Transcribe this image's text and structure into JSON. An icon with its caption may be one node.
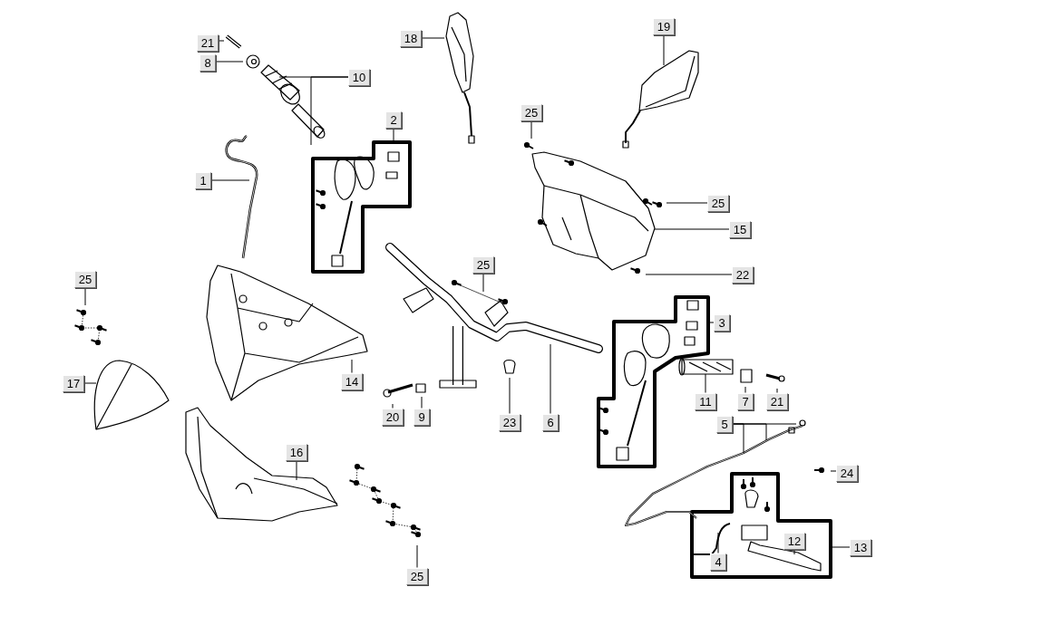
{
  "diagram": {
    "nodes": [
      {
        "text": [
          "21"
        ]
      },
      {
        "text": [
          "18"
        ]
      },
      {
        "text": [
          "19"
        ]
      },
      {
        "text": [
          "8"
        ]
      },
      {
        "text": [
          "10"
        ]
      },
      {
        "text": [
          "2"
        ]
      },
      {
        "text": [
          "25"
        ]
      },
      {
        "text": [
          "1"
        ]
      },
      {
        "text": [
          "25"
        ]
      },
      {
        "text": [
          "15"
        ]
      },
      {
        "text": [
          "22"
        ]
      },
      {
        "text": [
          "25"
        ]
      },
      {
        "text": [
          "25"
        ]
      },
      {
        "text": [
          "3"
        ]
      },
      {
        "text": [
          "17"
        ]
      },
      {
        "text": [
          "14"
        ]
      },
      {
        "text": [
          "20"
        ]
      },
      {
        "text": [
          "9"
        ]
      },
      {
        "text": [
          "23"
        ]
      },
      {
        "text": [
          "6"
        ]
      },
      {
        "text": [
          "11"
        ]
      },
      {
        "text": [
          "7"
        ]
      },
      {
        "text": [
          "21"
        ]
      },
      {
        "text": [
          "5"
        ]
      },
      {
        "text": [
          "16"
        ]
      },
      {
        "text": [
          "24"
        ]
      },
      {
        "text": [
          "4"
        ]
      },
      {
        "text": [
          "12"
        ]
      },
      {
        "text": [
          "13"
        ]
      },
      {
        "text": [
          "25"
        ]
      }
    ],
    "edges": [
      {
        "from": 0,
        "to": null,
        "arrow": "none"
      },
      {
        "from": 1,
        "to": null,
        "arrow": "none"
      },
      {
        "from": 2,
        "to": null,
        "arrow": "none"
      },
      {
        "from": 3,
        "to": null,
        "arrow": "none"
      },
      {
        "from": 4,
        "to": null,
        "arrow": "none"
      },
      {
        "from": 4,
        "to": null,
        "arrow": "none"
      },
      {
        "from": 5,
        "to": null,
        "arrow": "none"
      },
      {
        "from": 6,
        "to": null,
        "arrow": "none"
      },
      {
        "from": 7,
        "to": null,
        "arrow": "none"
      },
      {
        "from": 8,
        "to": null,
        "arrow": "none"
      },
      {
        "from": 9,
        "to": null,
        "arrow": "none"
      },
      {
        "from": 10,
        "to": null,
        "arrow": "none"
      },
      {
        "from": 11,
        "to": null,
        "arrow": "none"
      },
      {
        "from": 12,
        "to": null,
        "arrow": "none"
      },
      {
        "from": 13,
        "to": null,
        "arrow": "none"
      },
      {
        "from": 14,
        "to": null,
        "arrow": "none"
      },
      {
        "from": 15,
        "to": null,
        "arrow": "none"
      },
      {
        "from": 16,
        "to": null,
        "arrow": "none"
      },
      {
        "from": 17,
        "to": null,
        "arrow": "none"
      },
      {
        "from": 18,
        "to": null,
        "arrow": "none"
      },
      {
        "from": 19,
        "to": null,
        "arrow": "none"
      },
      {
        "from": 20,
        "to": null,
        "arrow": "none"
      },
      {
        "from": 21,
        "to": null,
        "arrow": "none"
      },
      {
        "from": 22,
        "to": null,
        "arrow": "none"
      },
      {
        "from": 23,
        "to": null,
        "arrow": "none"
      },
      {
        "from": 23,
        "to": null,
        "arrow": "none"
      },
      {
        "from": 23,
        "to": null,
        "arrow": "none"
      },
      {
        "from": 24,
        "to": null,
        "arrow": "none"
      },
      {
        "from": 25,
        "to": null,
        "arrow": "none"
      },
      {
        "from": 26,
        "to": null,
        "arrow": "none"
      },
      {
        "from": 27,
        "to": null,
        "arrow": "none"
      },
      {
        "from": 28,
        "to": null,
        "arrow": "none"
      },
      {
        "from": 29,
        "to": null,
        "arrow": "none"
      }
    ]
  }
}
